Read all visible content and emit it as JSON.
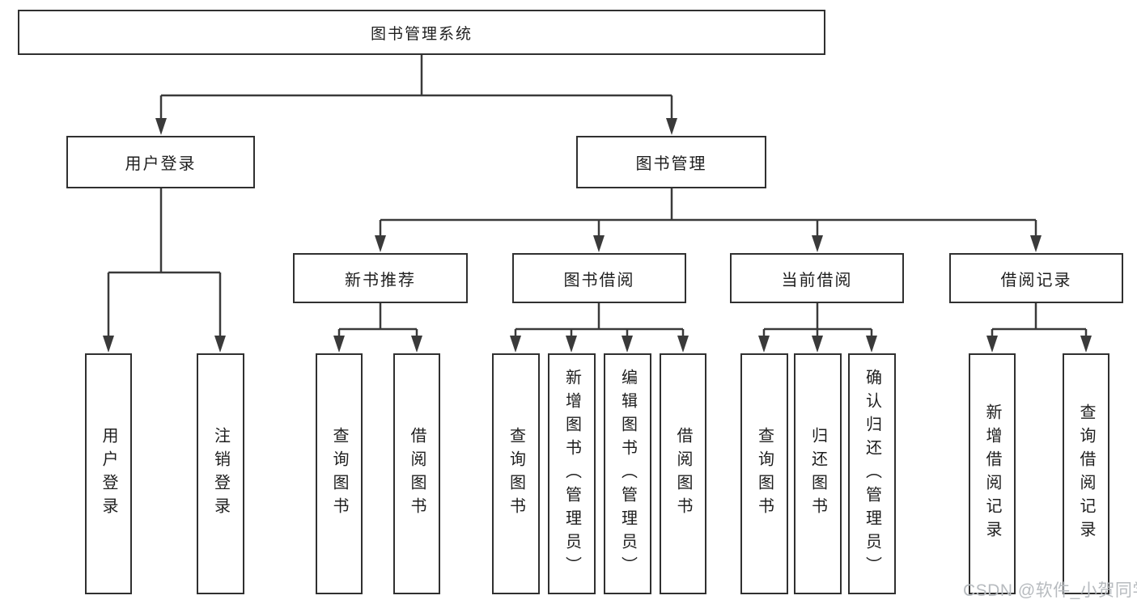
{
  "colors": {
    "line": "#3a3a3a",
    "border": "#303030",
    "text": "#1e1e1e",
    "watermark": "#b7bbbf",
    "background": "#ffffff"
  },
  "watermark": "CSDN @软件_小贺同学",
  "tree": {
    "root": {
      "label": "图书管理系统"
    },
    "user_branch": {
      "label": "用户登录",
      "children": [
        {
          "label": "用户登录"
        },
        {
          "label": "注销登录"
        }
      ]
    },
    "book_branch": {
      "label": "图书管理",
      "sections": [
        {
          "label": "新书推荐",
          "children": [
            {
              "label": "查询图书"
            },
            {
              "label": "借阅图书"
            }
          ]
        },
        {
          "label": "图书借阅",
          "children": [
            {
              "label": "查询图书"
            },
            {
              "label": "新增图书（管理员）"
            },
            {
              "label": "编辑图书（管理员）"
            },
            {
              "label": "借阅图书"
            }
          ]
        },
        {
          "label": "当前借阅",
          "children": [
            {
              "label": "查询图书"
            },
            {
              "label": "归还图书"
            },
            {
              "label": "确认归还（管理员）"
            }
          ]
        },
        {
          "label": "借阅记录",
          "children": [
            {
              "label": "新增借阅记录"
            },
            {
              "label": "查询借阅记录"
            }
          ]
        }
      ]
    }
  }
}
